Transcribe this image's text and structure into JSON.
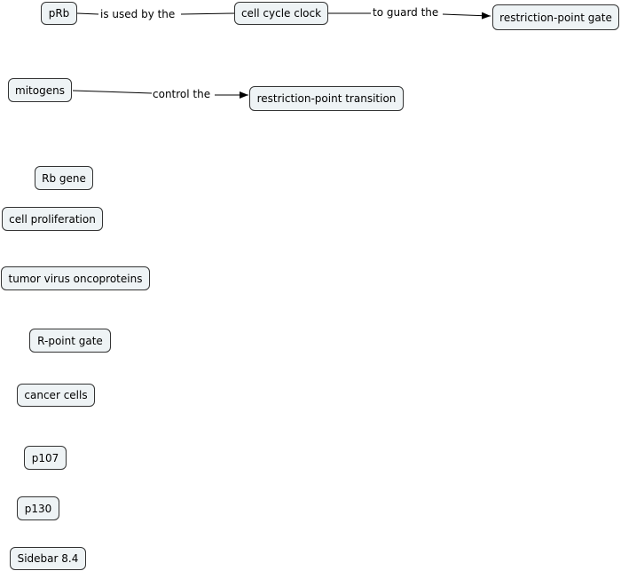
{
  "concepts": {
    "prb": "pRb",
    "cell_cycle_clock": "cell cycle clock",
    "restriction_point_gate": "restriction-point gate",
    "mitogens": "mitogens",
    "restriction_point_transition": "restriction-point transition",
    "rb_gene": "Rb gene",
    "cell_proliferation": "cell proliferation",
    "tumor_virus_oncoproteins": "tumor virus oncoproteins",
    "r_point_gate": "R-point gate",
    "cancer_cells": "cancer cells",
    "p107": "p107",
    "p130": "p130",
    "sidebar": "Sidebar 8.4"
  },
  "links": {
    "is_used_by_the": "is used by the",
    "to_guard_the": "to guard the",
    "control_the": "control the"
  },
  "colors": {
    "node_fill": "#eef3f5",
    "node_border": "#333333",
    "line": "#000000"
  }
}
